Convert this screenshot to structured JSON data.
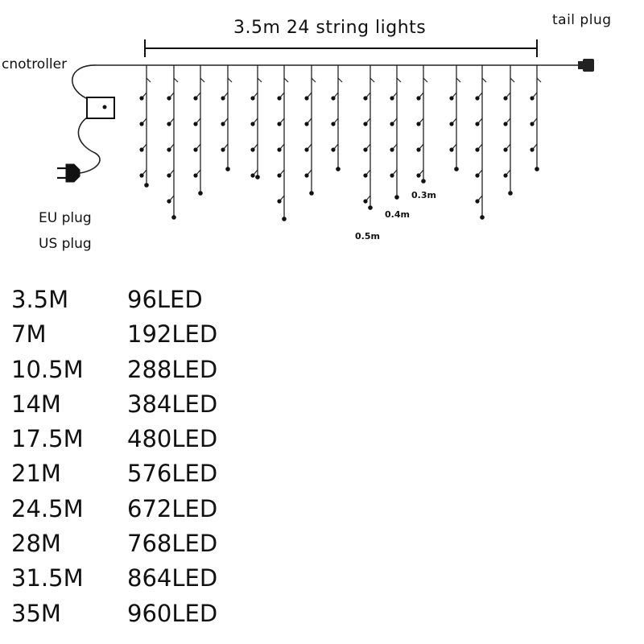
{
  "diagram": {
    "dimension_label": "3.5m 24 string lights",
    "tail_plug_label": "tail plug",
    "controller_label": "cnotroller",
    "eu_plug_label": "EU plug",
    "us_plug_label": "US plug",
    "drop_lengths": [
      "0.3m",
      "0.4m",
      "0.5m"
    ],
    "strand_count_drawn": 15
  },
  "specs": [
    {
      "length": "3.5M",
      "leds": "96LED"
    },
    {
      "length": "7M",
      "leds": "192LED"
    },
    {
      "length": "10.5M",
      "leds": "288LED"
    },
    {
      "length": "14M",
      "leds": "384LED"
    },
    {
      "length": "17.5M",
      "leds": "480LED"
    },
    {
      "length": "21M",
      "leds": "576LED"
    },
    {
      "length": "24.5M",
      "leds": "672LED"
    },
    {
      "length": "28M",
      "leds": "768LED"
    },
    {
      "length": "31.5M",
      "leds": "864LED"
    },
    {
      "length": "35M",
      "leds": "960LED"
    }
  ],
  "colors": {
    "ink": "#111111",
    "background": "#ffffff"
  }
}
